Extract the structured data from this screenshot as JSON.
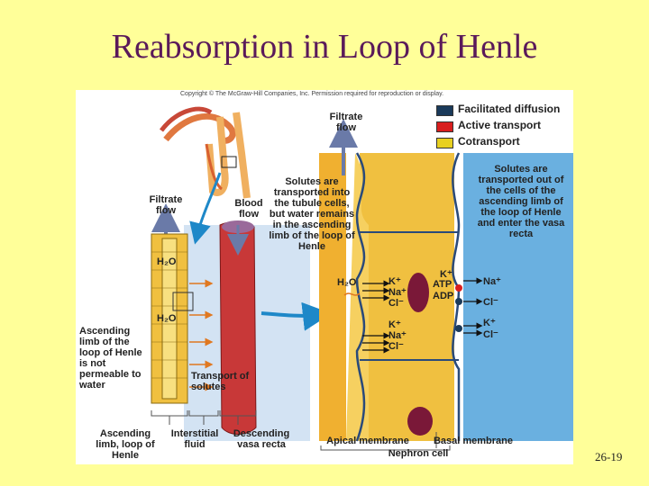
{
  "slide_title": "Reabsorption in Loop of Henle",
  "copyright": "Copyright © The McGraw-Hill Companies, Inc. Permission required for reproduction or display.",
  "legend": [
    {
      "label": "Facilitated diffusion",
      "color": "#1a3a5a"
    },
    {
      "label": "Active transport",
      "color": "#d81e1e"
    },
    {
      "label": "Cotransport",
      "color": "#e8d020"
    }
  ],
  "labels": {
    "filtrate_flow_left": "Filtrate flow",
    "blood_flow": "Blood flow",
    "filtrate_flow_right": "Filtrate flow",
    "solutes_in": "Solutes are transported into the tubule cells, but water remains in the ascending limb of the loop of Henle",
    "solutes_out": "Solutes are transported out of the cells of the ascending limb of the loop of Henle and enter the vasa recta",
    "ascending_not_permeable": "Ascending limb of the loop of Henle is not permeable to water",
    "transport_of_solutes": "Transport of solutes",
    "ascending_limb_loop": "Ascending limb, loop of Henle",
    "interstitial_fluid": "Interstitial fluid",
    "descending_vasa_recta": "Descending vasa recta",
    "apical_membrane": "Apical membrane",
    "basal_membrane": "Basal membrane",
    "nephron_cell": "Nephron cell"
  },
  "ions": {
    "h2o_left_1": "H₂O",
    "h2o_left_2": "H₂O",
    "h2o_right": "H₂O",
    "k1": "K⁺",
    "na1": "Na⁺",
    "cl1": "Cl⁻",
    "k2": "K⁺",
    "na2": "Na⁺",
    "cl2": "Cl⁻",
    "k_basal": "K⁺",
    "atp": "ATP",
    "adp": "ADP",
    "na_out": "Na⁺",
    "cl_out1": "Cl⁻",
    "k_out": "K⁺",
    "cl_out2": "Cl⁻"
  },
  "page_number": "26-19"
}
